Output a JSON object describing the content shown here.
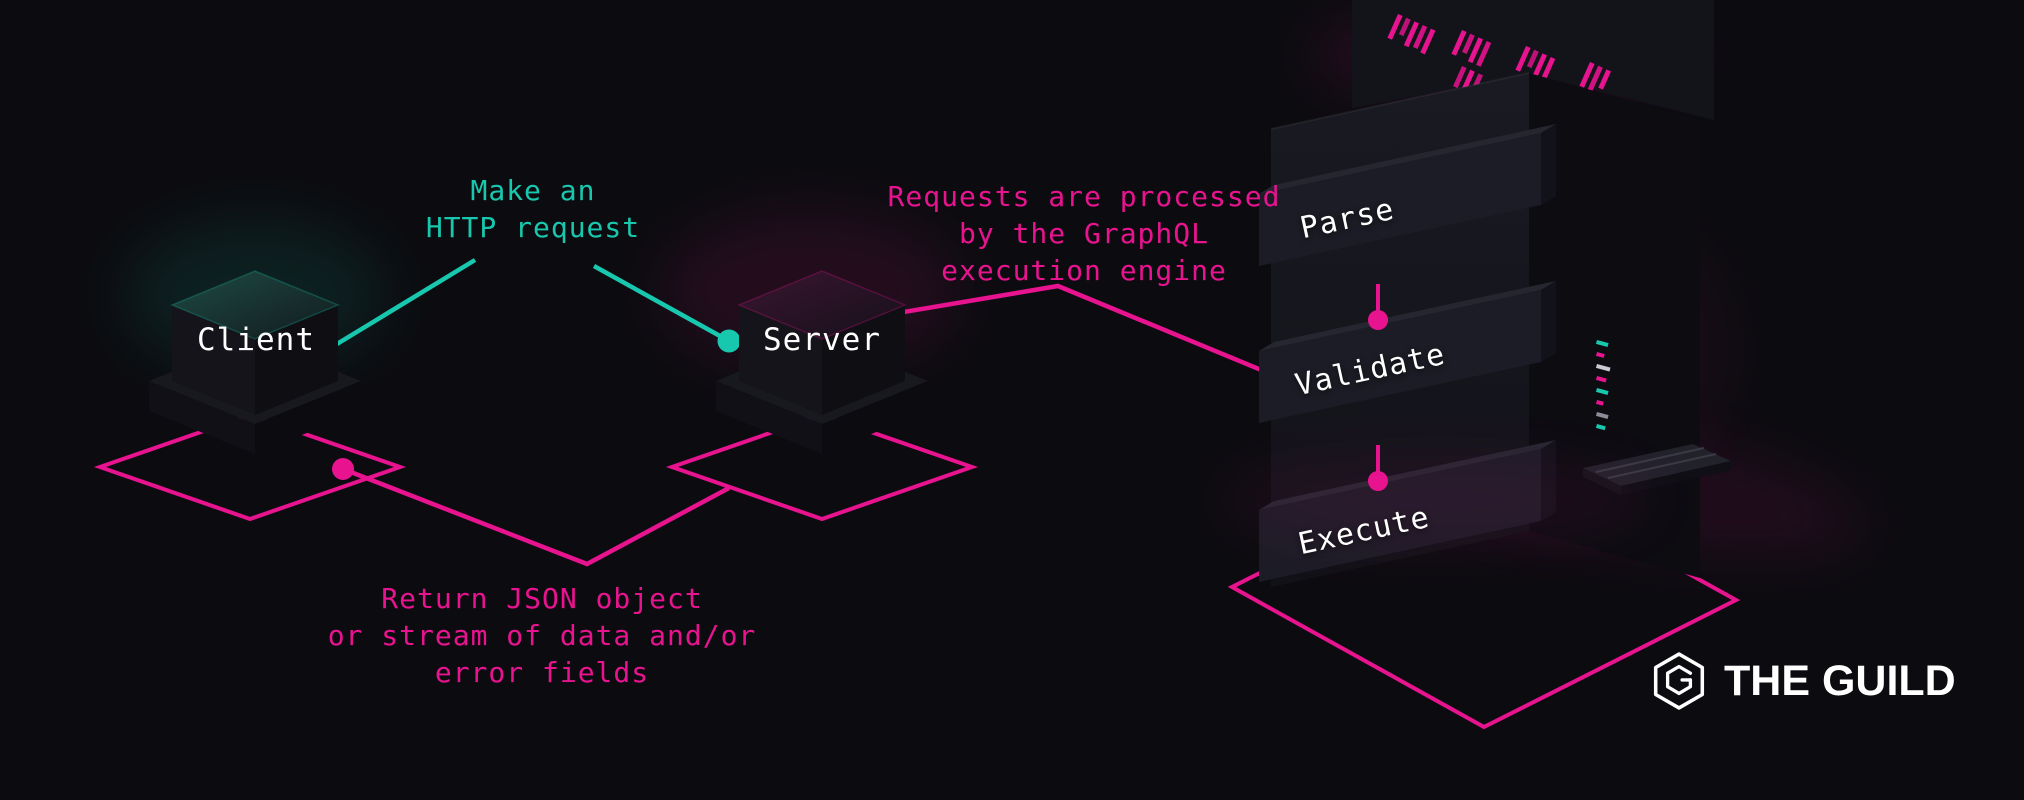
{
  "colors": {
    "background": "#0c0c10",
    "pink": "#e8138f",
    "teal": "#18c8ae",
    "text": "#f4f6f8"
  },
  "nodes": {
    "client": "Client",
    "server": "Server"
  },
  "notes": {
    "request": [
      "Make an",
      "HTTP request"
    ],
    "process": [
      "Requests are processed",
      "by the GraphQL",
      "execution engine"
    ],
    "return": [
      "Return JSON object",
      "or stream of data and/or",
      "error fields"
    ]
  },
  "pipeline": {
    "steps": [
      "Parse",
      "Validate",
      "Execute"
    ]
  },
  "brand": {
    "name": "THE GUILD"
  }
}
